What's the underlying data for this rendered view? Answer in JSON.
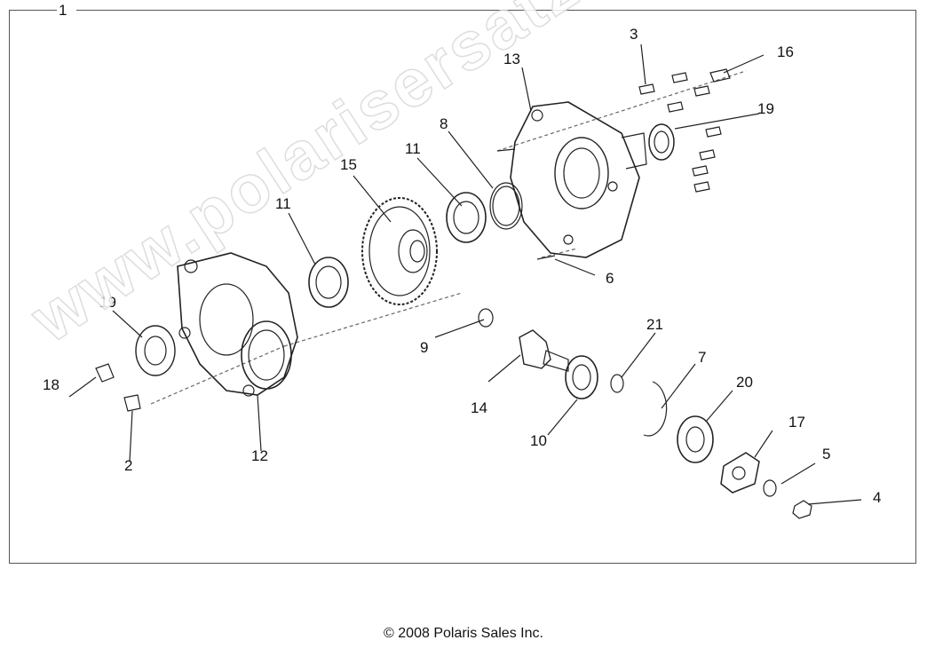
{
  "diagram": {
    "frame_label": "1",
    "callouts": [
      "2",
      "3",
      "4",
      "5",
      "6",
      "7",
      "8",
      "9",
      "10",
      "11",
      "11",
      "12",
      "13",
      "14",
      "15",
      "16",
      "17",
      "18",
      "19",
      "19",
      "20",
      "21"
    ],
    "copyright": "© 2008 Polaris Sales Inc.",
    "watermark": "www.polarisersatzteile.de"
  },
  "colors": {
    "line": "#222222",
    "frame": "#555555",
    "watermark_outline": "#d8d8d8"
  }
}
